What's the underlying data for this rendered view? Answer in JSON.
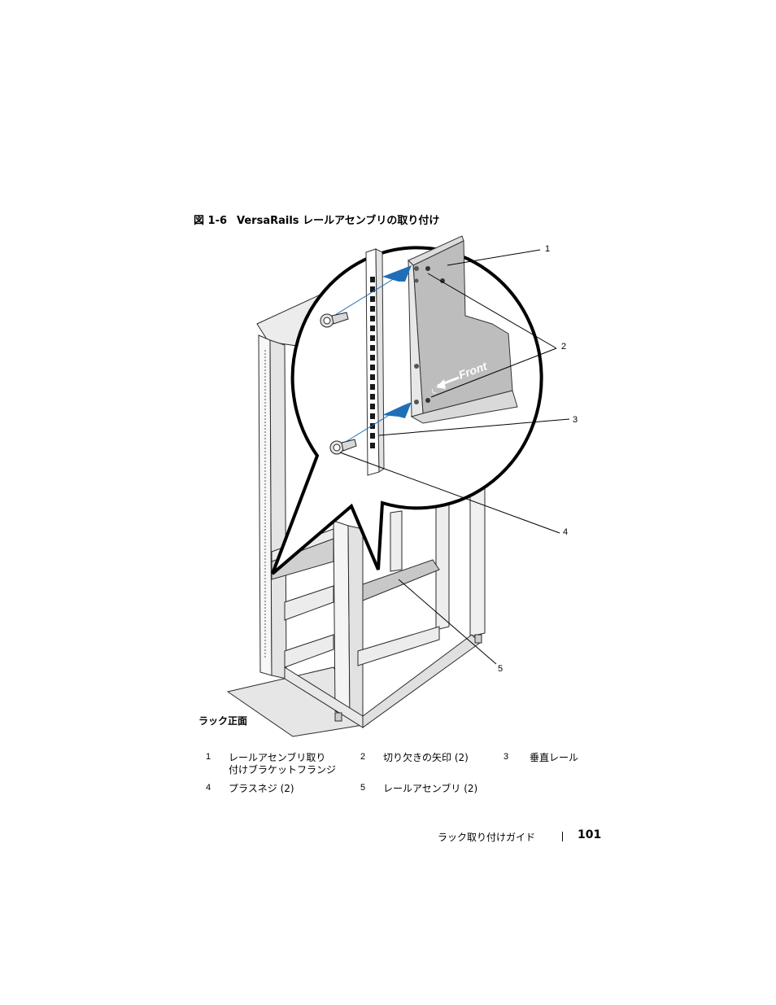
{
  "caption": {
    "figure_number": "図 1-6",
    "title": "VersaRails レールアセンブリの取り付け"
  },
  "figure": {
    "bracket_text": "Front",
    "bracket_side": "L",
    "callouts": [
      "1",
      "2",
      "3",
      "4",
      "5"
    ],
    "rack_front_label": "ラック正面"
  },
  "legend": [
    {
      "num": "1",
      "text_line1": "レールアセンブリ取り",
      "text_line2": "付けブラケットフランジ"
    },
    {
      "num": "2",
      "text_line1": "切り欠きの矢印 (2)"
    },
    {
      "num": "3",
      "text_line1": "垂直レール"
    },
    {
      "num": "4",
      "text_line1": "プラスネジ (2)"
    },
    {
      "num": "5",
      "text_line1": "レールアセンブリ (2)"
    }
  ],
  "footer": {
    "section": "ラック取り付けガイド",
    "page_number": "101"
  },
  "colors": {
    "arrow_blue": "#1f6fb8",
    "bracket_gray": "#bdbdbd",
    "rack_light": "#f2f2f2",
    "line": "#222222"
  }
}
